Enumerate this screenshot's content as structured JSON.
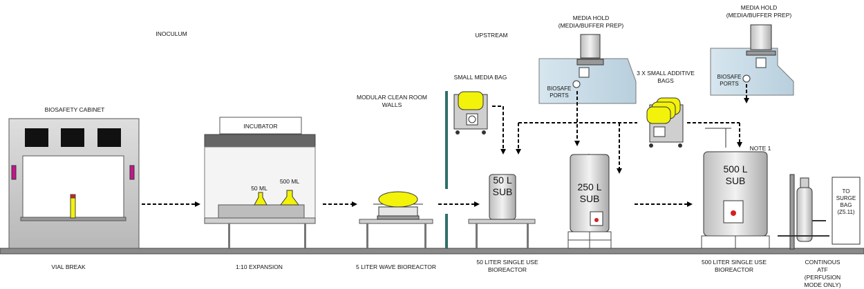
{
  "sections": {
    "inoculum": "INOCULUM",
    "upstream": "UPSTREAM"
  },
  "equipment": {
    "biosafety_cabinet": "BIOSAFETY CABINET",
    "incubator": "INCUBATOR",
    "flask_50": "50 ML",
    "flask_500": "500 ML",
    "clean_room_walls": "MODULAR CLEAN ROOM\nWALLS",
    "small_media_bag": "SMALL MEDIA BAG",
    "media_hold_1": "MEDIA HOLD\n(MEDIA/BUFFER PREP)",
    "media_hold_2": "MEDIA HOLD\n(MEDIA/BUFFER PREP)",
    "biosafe_ports_1": "BIOSAFE\nPORTS",
    "biosafe_ports_2": "BIOSAFE\nPORTS",
    "additive_bags": "3 X SMALL ADDITIVE\nBAGS",
    "note": "NOTE 1",
    "sub_50": "50 L\nSUB",
    "sub_250": "250 L\nSUB",
    "sub_500": "500 L\nSUB",
    "surge_bag": "TO\nSURGE\nBAG\n(Z5.11)"
  },
  "steps": {
    "vial_break": "VIAL BREAK",
    "expansion": "1:10 EXPANSION",
    "wave": "5 LITER WAVE BIOREACTOR",
    "sub50_caption": "50 LITER SINGLE USE\nBIOREACTOR",
    "sub500_caption": "500 LITER SINGLE USE\nBIOREACTOR",
    "atf_caption": "CONTINOUS ATF\n(PERFUSION MODE ONLY)"
  },
  "colors": {
    "yellow": "#f2f20a",
    "gray": "#bcbcbc",
    "teal": "#2f6f6a",
    "floor": "#8a8a8a",
    "magenta": "#c4158c",
    "red": "#d52020",
    "cabinet_glass": "#a8c2d4"
  }
}
